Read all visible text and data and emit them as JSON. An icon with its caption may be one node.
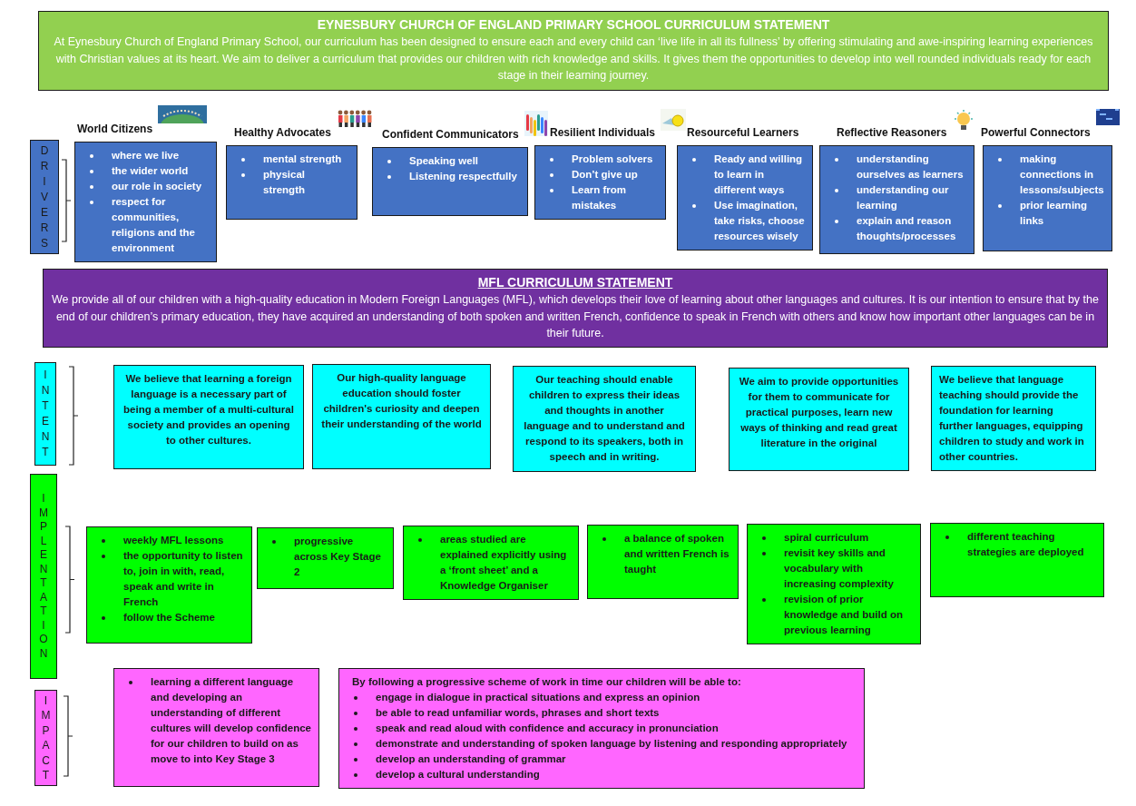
{
  "diagram": {
    "nodes": [
      {
        "text": [
          "EYNESBURY CHURCH OF ENGLAND PRIMARY SCHOOL CURRICULUM STATEMENT",
          "At Eynesbury Church of England Primary School, our curriculum has been designed to ensure each and every child can ‘live life in all its fullness’ by offering stimulating and awe-inspiring learning experiences with Christian values at its heart. We aim to deliver a curriculum that provides our children with rich knowledge and skills. It gives them the opportunities to develop into well rounded individuals ready for each stage in their learning journey."
        ]
      },
      {
        "text": [
          "DRIVERS"
        ]
      },
      {
        "text": [
          "where we live",
          "the wider world",
          "our role in society",
          "respect for communities, religions and the environment"
        ],
        "beside": [
          "World Citizens"
        ]
      },
      {
        "text": [
          "mental strength",
          "physical strength"
        ],
        "beside": [
          "Healthy Advocates"
        ]
      },
      {
        "text": [
          "Speaking well",
          "Listening respectfully"
        ],
        "beside": [
          "Confident Communicators"
        ]
      },
      {
        "text": [
          "Problem solvers",
          "Don’t give up",
          "Learn from mistakes"
        ],
        "beside": [
          "Resilient Individuals"
        ]
      },
      {
        "text": [
          "Ready and willing to learn in different ways",
          "Use imagination, take risks, choose resources wisely"
        ],
        "beside": [
          "Resourceful Learners"
        ]
      },
      {
        "text": [
          "understanding ourselves as learners",
          "understanding our learning",
          "explain and reason thoughts/processes"
        ],
        "beside": [
          "Reflective Reasoners"
        ]
      },
      {
        "text": [
          "making connections in lessons/subjects",
          "prior learning links"
        ],
        "beside": [
          "Powerful Connectors"
        ]
      },
      {
        "text": [
          "MFL CURRICULUM STATEMENT",
          "We provide all of our children with a high-quality education in Modern Foreign Languages (MFL), which develops their love of learning about other languages and cultures. It is our intention to ensure that by the end of our children’s primary education, they have acquired an understanding of both spoken and written French, confidence to speak in French with others and know how important other languages can be in their future."
        ]
      },
      {
        "text": [
          "INTENT"
        ]
      },
      {
        "text": [
          "We believe that learning a foreign language is a necessary part of being a member of a multi-cultural society and provides an opening to other cultures."
        ]
      },
      {
        "text": [
          "Our high-quality language education should foster children's curiosity and deepen their understanding of the world"
        ]
      },
      {
        "text": [
          "Our teaching should enable children to express their ideas and thoughts in another language and to understand and respond to its speakers, both in speech and in writing."
        ]
      },
      {
        "text": [
          "We aim to provide opportunities for them to communicate for practical purposes, learn new ways of thinking and read great literature in the original"
        ]
      },
      {
        "text": [
          "We believe that language teaching should provide the foundation for learning further languages, equipping children to study and work in other countries."
        ]
      },
      {
        "text": [
          "IMPLENTATION"
        ]
      },
      {
        "text": [
          "weekly MFL lessons",
          "the opportunity to listen to, join in with, read, speak and write in French",
          "follow the Scheme"
        ]
      },
      {
        "text": [
          "progressive across Key Stage 2"
        ]
      },
      {
        "text": [
          "areas studied are explained explicitly using a ‘front sheet’ and a Knowledge Organiser"
        ]
      },
      {
        "text": [
          "a balance of spoken and written French is taught"
        ]
      },
      {
        "text": [
          "spiral curriculum",
          "revisit key skills and vocabulary with increasing complexity",
          "revision of prior knowledge and build on previous learning"
        ]
      },
      {
        "text": [
          "different teaching strategies are deployed"
        ]
      },
      {
        "text": [
          "IMPACT"
        ]
      },
      {
        "text": [
          "learning a different language and developing an understanding of different cultures will develop confidence for our children to build on as move to into Key Stage 3"
        ]
      },
      {
        "text": [
          "By following a progressive scheme of work in time our children will be able to:",
          "engage in dialogue in practical situations and express an opinion",
          "be able to read unfamiliar words, phrases and short texts",
          "speak and read aloud with confidence and accuracy in pronunciation",
          "demonstrate and understanding of spoken language by listening and responding appropriately",
          "develop an understanding of grammar",
          "develop a cultural understanding"
        ]
      }
    ]
  }
}
